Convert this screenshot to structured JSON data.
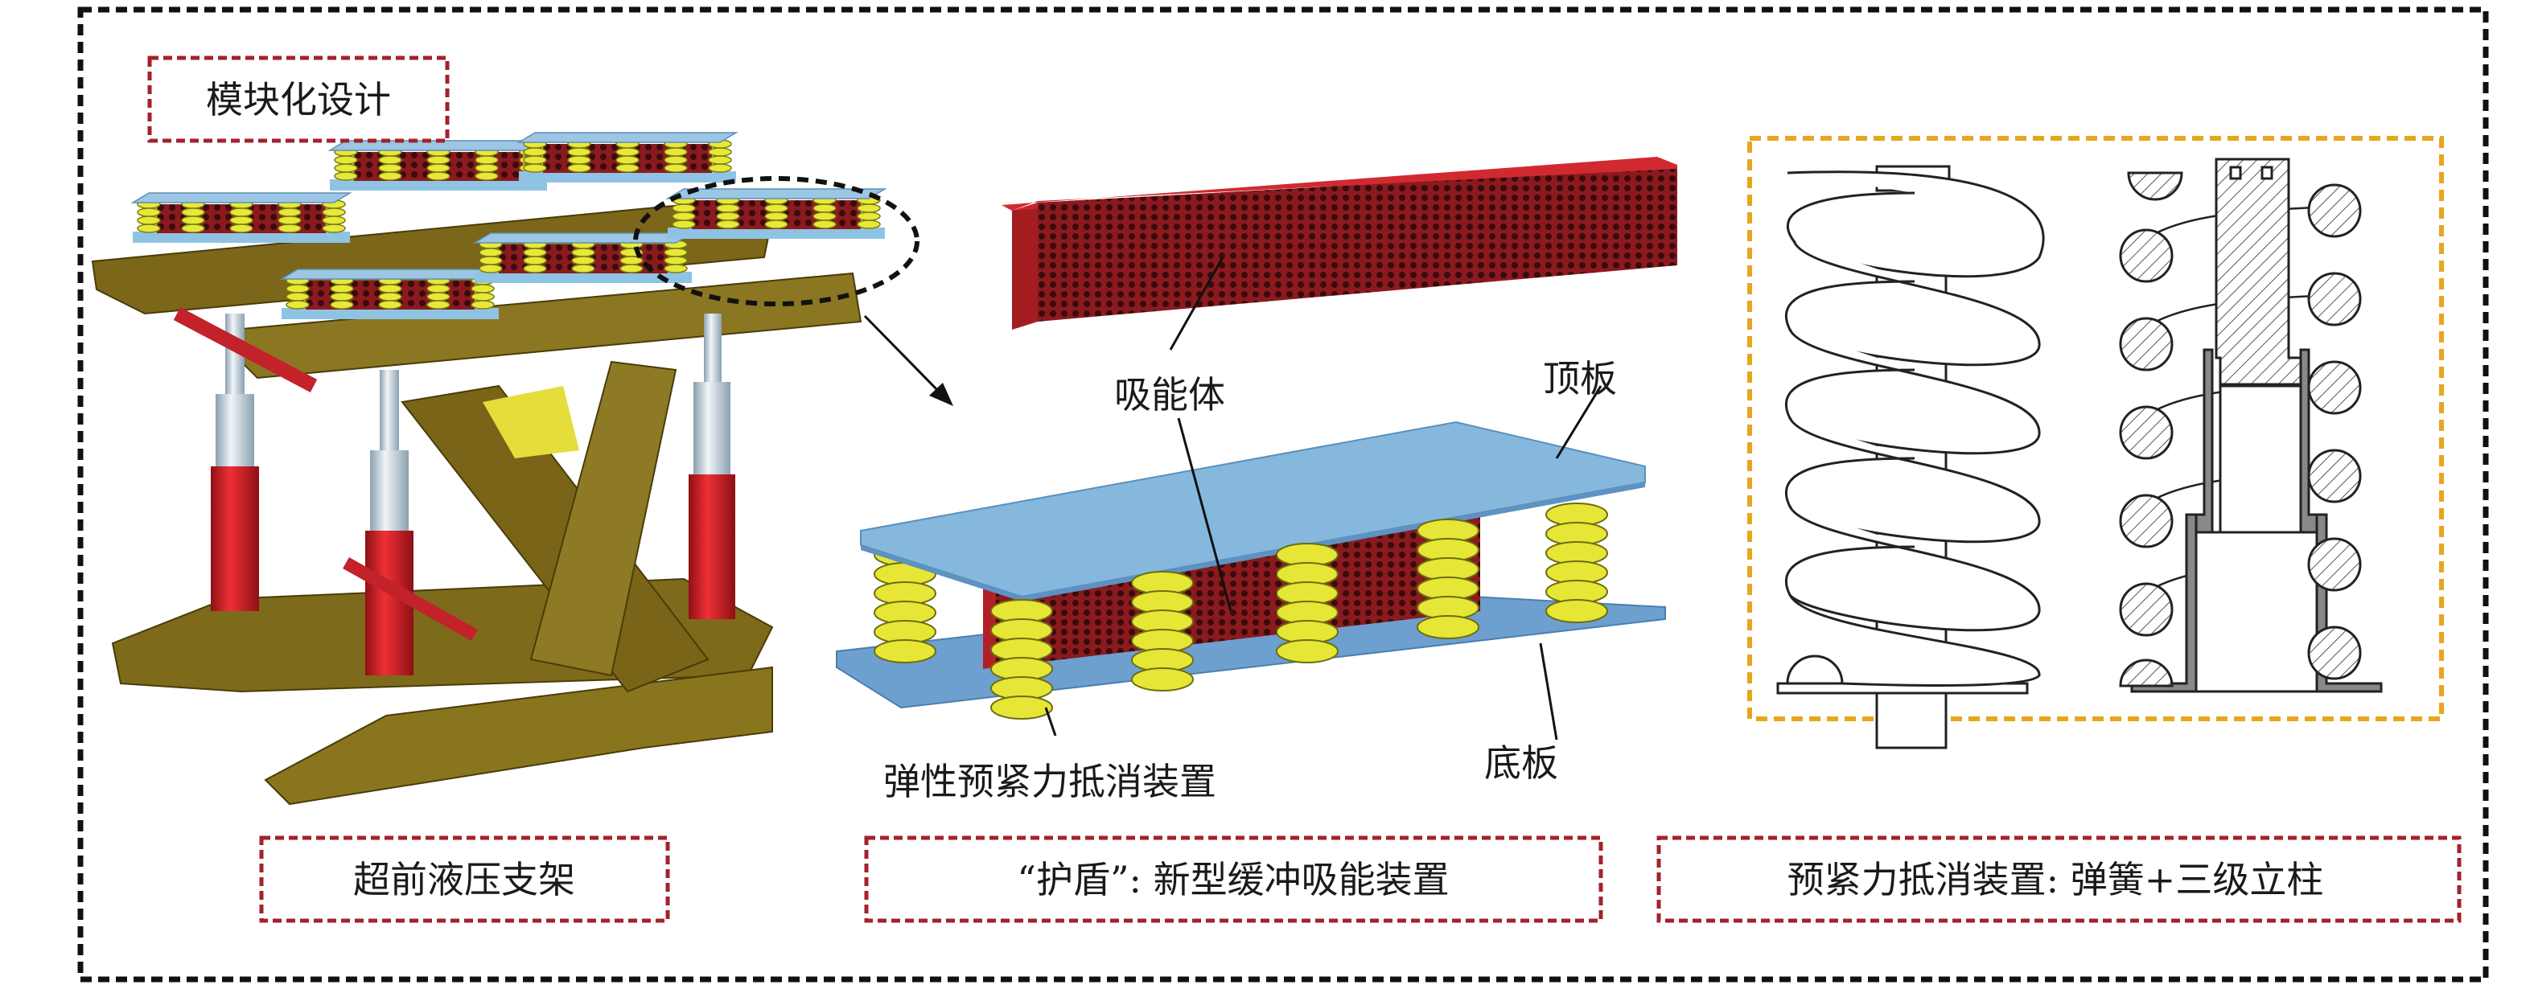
{
  "panels": {
    "support": {
      "module_label": "模块化设计",
      "caption": "超前液压支架"
    },
    "shield": {
      "absorber_label": "吸能体",
      "top_plate_label": "顶板",
      "bottom_plate_label": "底板",
      "spring_device_label": "弹性预紧力抵消装置",
      "caption": "“护盾”: 新型缓冲吸能装置"
    },
    "preload": {
      "caption": "预紧力抵消装置: 弹簧+三级立柱"
    }
  },
  "colors": {
    "outer_border": "#111111",
    "caption_border": "#a3222b",
    "detail_border": "#e8a51e",
    "plate": "#7fb2d9",
    "absorber": "#c0262b",
    "spring": "#e5e53a",
    "frame": "#7a6418",
    "cylinder": "#d9262b"
  }
}
